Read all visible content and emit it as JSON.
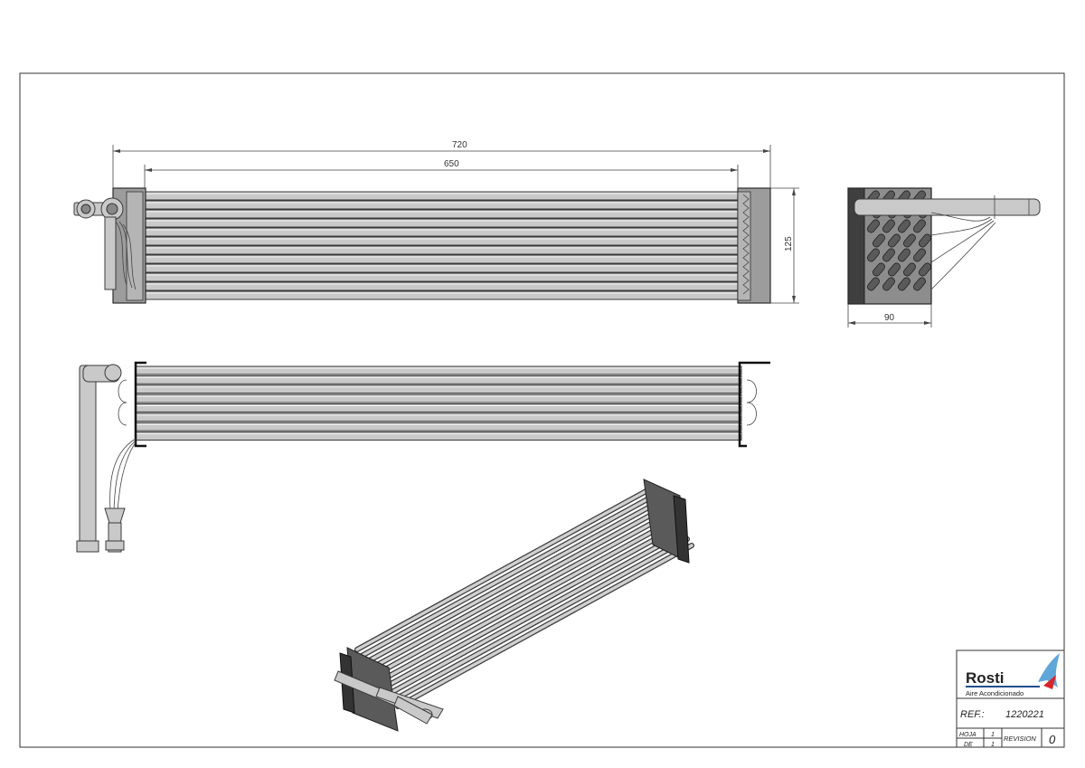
{
  "dimensions": {
    "overall_length": "720",
    "core_length": "650",
    "height": "125",
    "depth": "90"
  },
  "title_block": {
    "brand": "Rosti",
    "subtitle": "Aire Acondicionado",
    "ref_label": "REF.:",
    "ref_value": "1220221",
    "hoja_label": "HOJA",
    "hoja_value": "1",
    "de_label": "DE",
    "de_value": "1",
    "revision_label": "REVISION",
    "revision_value": "0"
  },
  "colors": {
    "logo_blue": "#1f4e8c",
    "logo_red": "#d7262b",
    "logo_light_blue": "#5fa7d9"
  }
}
